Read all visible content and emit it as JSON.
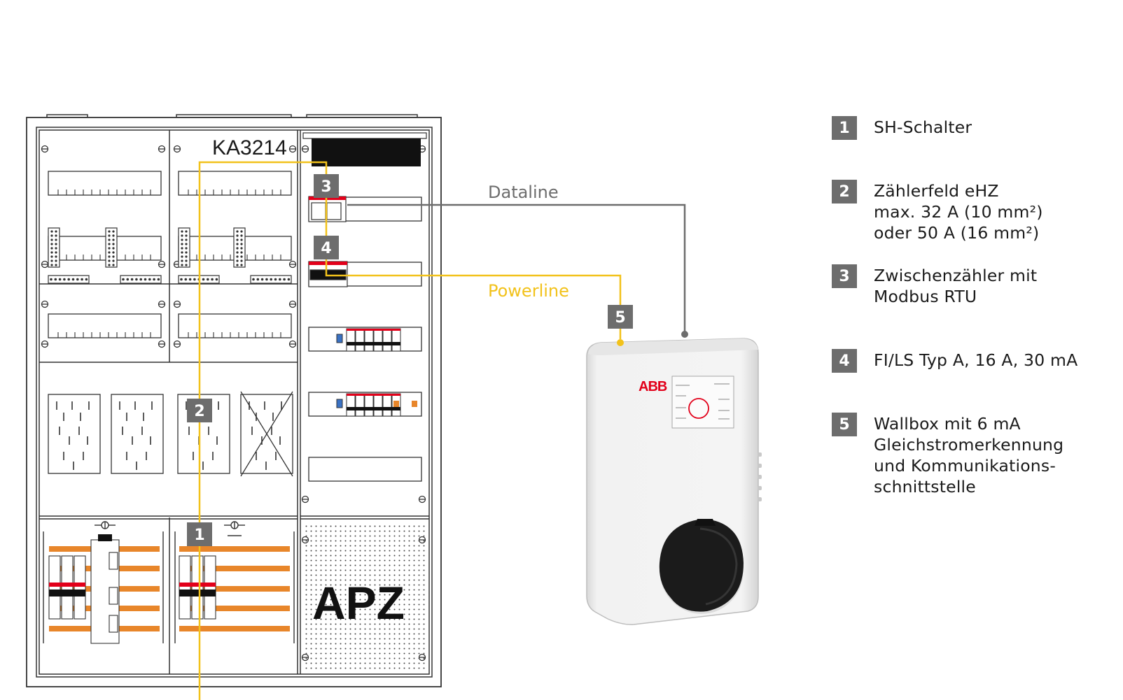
{
  "cabinet": {
    "model_label": "KA3214",
    "apz_label": "APZ"
  },
  "wallbox": {
    "brand": "ABB"
  },
  "connections": {
    "dataline_label": "Dataline",
    "powerline_label": "Powerline"
  },
  "markers": [
    "1",
    "2",
    "3",
    "4",
    "5"
  ],
  "legend": [
    {
      "number": "1",
      "lines": [
        "SH-Schalter"
      ]
    },
    {
      "number": "2",
      "lines": [
        "Zählerfeld eHZ",
        "max. 32 A (10 mm²)",
        "oder 50 A (16 mm²)"
      ]
    },
    {
      "number": "3",
      "lines": [
        "Zwischenzähler mit",
        "Modbus RTU"
      ]
    },
    {
      "number": "4",
      "lines": [
        "FI/LS Typ A, 16 A, 30 mA"
      ]
    },
    {
      "number": "5",
      "lines": [
        "Wallbox mit 6 mA",
        "Gleichstromerkennung",
        "und Kommunikations-",
        "schnittstelle"
      ]
    }
  ],
  "colors": {
    "powerline": "#f2c21b",
    "dataline": "#6d6d6d",
    "marker_bg": "#6d6d6d",
    "busbar": "#e8862a",
    "abb_red": "#e2001a"
  }
}
